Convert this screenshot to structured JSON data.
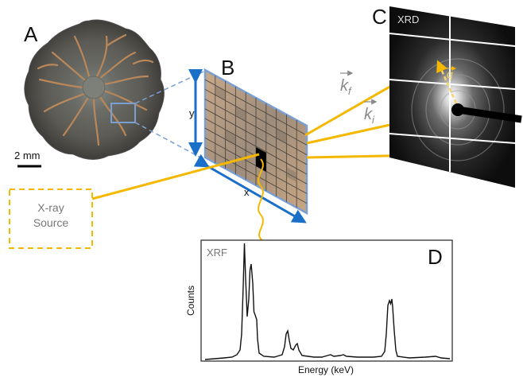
{
  "panels": {
    "a": {
      "letter": "A",
      "scale_label": "2 mm"
    },
    "b": {
      "letter": "B",
      "axis_x": "x",
      "axis_y": "y"
    },
    "c": {
      "letter": "C",
      "title": "XRD",
      "vec_kf": "k",
      "vec_kf_sub": "f",
      "vec_ki": "k",
      "vec_ki_sub": "i",
      "vec_q": "q"
    },
    "d": {
      "letter": "D",
      "title": "XRF",
      "xlabel": "Energy (keV)",
      "ylabel": "Counts"
    }
  },
  "source": {
    "line1": "X-ray",
    "line2": "Source"
  },
  "colors": {
    "beam": "#f5b800",
    "box": "#7b9fd0",
    "arrow_blue": "#1a6fc9",
    "dashed": "#f5b800"
  }
}
